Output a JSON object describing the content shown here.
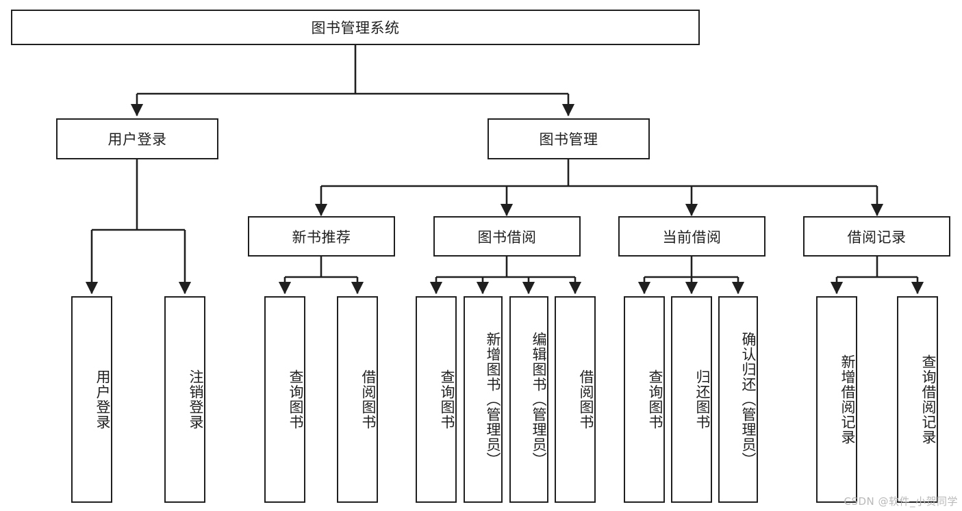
{
  "diagram": {
    "title": "图书管理系统",
    "type": "tree-hierarchy-diagram",
    "watermark": "CSDN @软件_小贺同学",
    "colors": {
      "stroke": "#1f1f1f",
      "fill": "#ffffff",
      "watermark": "#b9b9b9"
    },
    "nodes": {
      "root": {
        "label": "图书管理系统"
      },
      "level1": [
        {
          "id": "user-login",
          "label": "用户登录"
        },
        {
          "id": "book-manage",
          "label": "图书管理"
        }
      ],
      "level2": [
        {
          "id": "new-book-recommend",
          "label": "新书推荐"
        },
        {
          "id": "book-borrow",
          "label": "图书借阅"
        },
        {
          "id": "current-borrow",
          "label": "当前借阅"
        },
        {
          "id": "borrow-record",
          "label": "借阅记录"
        }
      ],
      "leaves": {
        "user_login": [
          {
            "id": "leaf-user-login",
            "label": "用户登录"
          },
          {
            "id": "leaf-logout-login",
            "label": "注销登录"
          }
        ],
        "new_book_recommend": [
          {
            "id": "leaf-query-book-1",
            "label": "查询图书"
          },
          {
            "id": "leaf-borrow-book-1",
            "label": "借阅图书"
          }
        ],
        "book_borrow": [
          {
            "id": "leaf-query-book-2",
            "label": "查询图书"
          },
          {
            "id": "leaf-add-book-admin",
            "label": "新增图书（管理员）"
          },
          {
            "id": "leaf-edit-book-admin",
            "label": "编辑图书（管理员）"
          },
          {
            "id": "leaf-borrow-book-2",
            "label": "借阅图书"
          }
        ],
        "current_borrow": [
          {
            "id": "leaf-query-book-3",
            "label": "查询图书"
          },
          {
            "id": "leaf-return-book",
            "label": "归还图书"
          },
          {
            "id": "leaf-confirm-return-admin",
            "label": "确认归还（管理员）"
          }
        ],
        "borrow_record": [
          {
            "id": "leaf-add-borrow-record",
            "label": "新增借阅记录"
          },
          {
            "id": "leaf-query-borrow-record",
            "label": "查询借阅记录"
          }
        ]
      }
    }
  }
}
